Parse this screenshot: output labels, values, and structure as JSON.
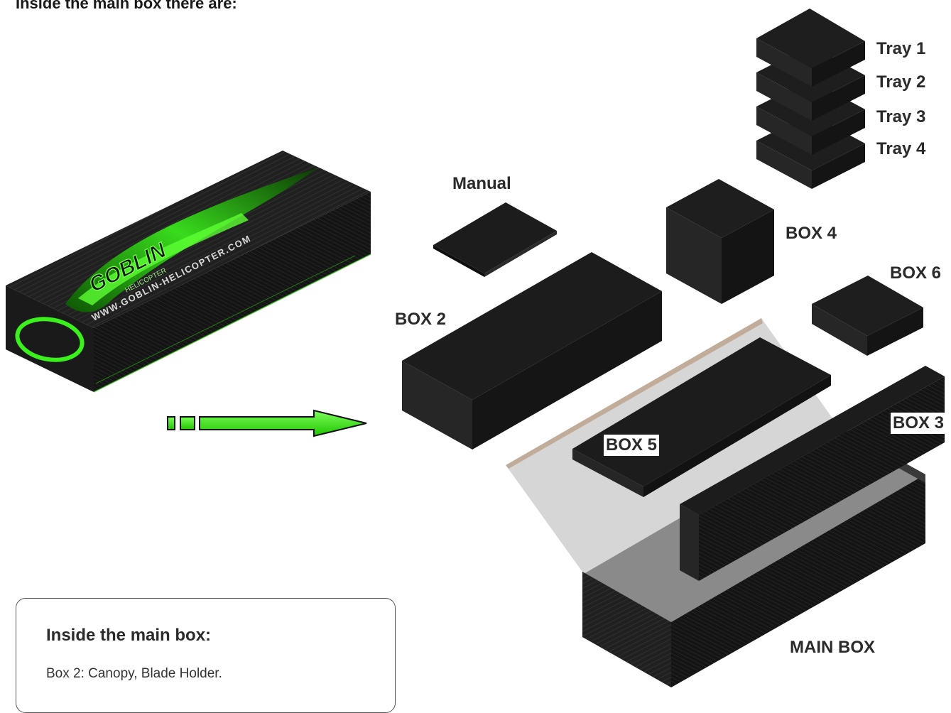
{
  "heading": "Inside the main box there are:",
  "product_box": {
    "brand": "GOBLIN",
    "sub": "HELICOPTER",
    "url": "WWW.GOBLIN-HELICOPTER.COM"
  },
  "labels": {
    "manual": "Manual",
    "box2": "BOX 2",
    "box3": "BOX 3",
    "box4": "BOX 4",
    "box5": "BOX 5",
    "box6": "BOX 6",
    "main_box": "MAIN BOX",
    "tray1": "Tray 1",
    "tray2": "Tray 2",
    "tray3": "Tray 3",
    "tray4": "Tray 4"
  },
  "info_box": {
    "title": "Inside the main box:",
    "line1": "Box 2: Canopy, Blade Holder."
  },
  "colors": {
    "box_top": "#1c1c1c",
    "box_left": "#2a2a2a",
    "box_right": "#151515",
    "accent_green": "#33e01a",
    "liner": "#d9d9d9"
  }
}
